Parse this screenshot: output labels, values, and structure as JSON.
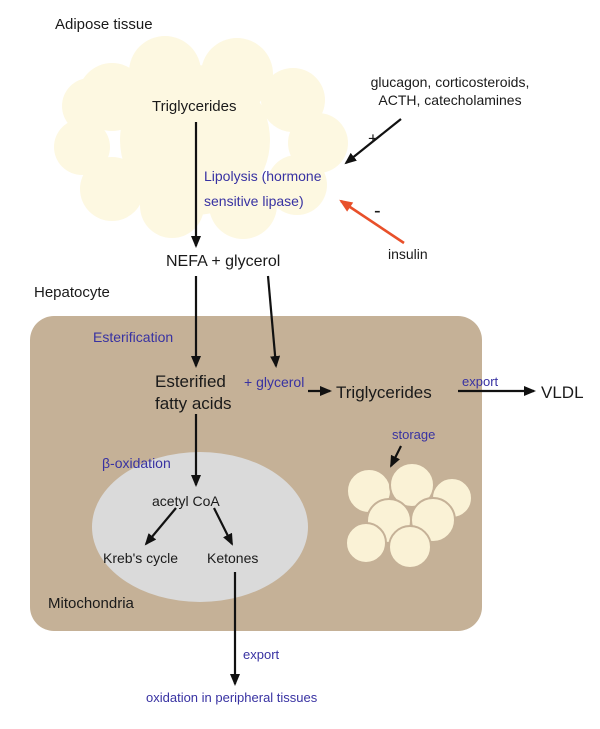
{
  "colors": {
    "text": "#1a1a1a",
    "blue_label": "#3832a2",
    "red_arrow": "#e8502a",
    "arrow_black": "#111111",
    "adipose_fill": "#fdf8e1",
    "hepatocyte_fill": "#c5b197",
    "mitochondria_fill": "#dadada",
    "droplet_fill": "#faf2d6"
  },
  "adipose": {
    "title": "Adipose tissue",
    "triglycerides": "Triglycerides",
    "lipolysis_line1": "Lipolysis (hormone",
    "lipolysis_line2": "sensitive lipase)"
  },
  "regulation": {
    "stimulators_line1": "glucagon, corticosteroids,",
    "stimulators_line2": "ACTH, catecholamines",
    "plus": "+",
    "minus": "-",
    "inhibitor": "insulin"
  },
  "intermediates": {
    "nefa": "NEFA + glycerol"
  },
  "hepatocyte": {
    "title": "Hepatocyte",
    "esterification": "Esterification",
    "esterified_line1": "Esterified",
    "esterified_line2": "fatty acids",
    "plus_glycerol": "+ glycerol",
    "triglycerides": "Triglycerides",
    "export_label": "export",
    "vldl": "VLDL",
    "storage": "storage",
    "beta_oxidation": "β-oxidation",
    "mitochondria": {
      "title": "Mitochondria",
      "acetyl_coa": "acetyl CoA",
      "krebs_cycle": "Kreb's cycle",
      "ketones": "Ketones"
    }
  },
  "output": {
    "export_label": "export",
    "destination": "oxidation in peripheral tissues"
  }
}
